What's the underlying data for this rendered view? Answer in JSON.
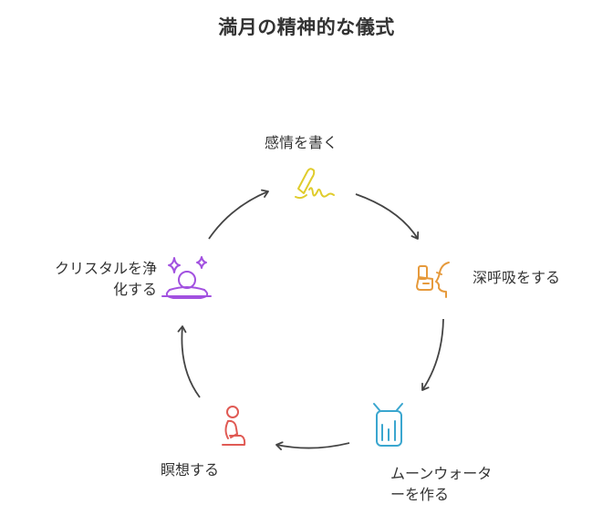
{
  "title": "満月の精神的な儀式",
  "steps": [
    {
      "label": "感情を書く",
      "icon": "pen-writing-icon",
      "color": "#e0cc2c"
    },
    {
      "label": "深呼吸をする",
      "icon": "breathing-inhaler-icon",
      "color": "#e69a3c"
    },
    {
      "label_lines": [
        "ムーンウォータ",
        "ーを作る"
      ],
      "icon": "water-jar-icon",
      "color": "#3aa6cf"
    },
    {
      "label": "瞑想する",
      "icon": "kneeling-meditation-icon",
      "color": "#e05a54"
    },
    {
      "label_lines": [
        "クリスタルを浄",
        "化する"
      ],
      "icon": "crystal-meditation-icon",
      "color": "#a251e0"
    }
  ],
  "arrow_color": "#444444"
}
